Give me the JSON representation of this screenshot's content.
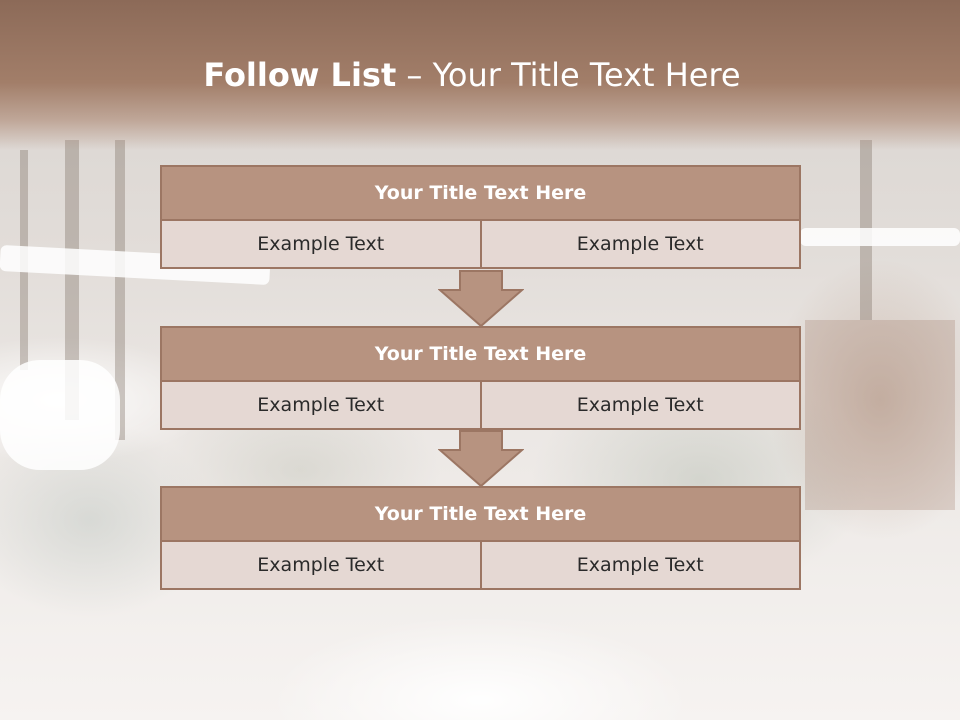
{
  "slide": {
    "title_bold": "Follow List",
    "title_rest": "Your Title Text Here",
    "title_separator": "–"
  },
  "steps": [
    {
      "title": "Your Title Text Here",
      "left": "Example Text",
      "right": "Example Text"
    },
    {
      "title": "Your Title Text Here",
      "left": "Example Text",
      "right": "Example Text"
    },
    {
      "title": "Your Title Text Here",
      "left": "Example Text",
      "right": "Example Text"
    }
  ],
  "colors": {
    "header": "#9b7764",
    "block_title": "#b79380",
    "cell": "#e5d8d3",
    "border": "#9c7663"
  }
}
